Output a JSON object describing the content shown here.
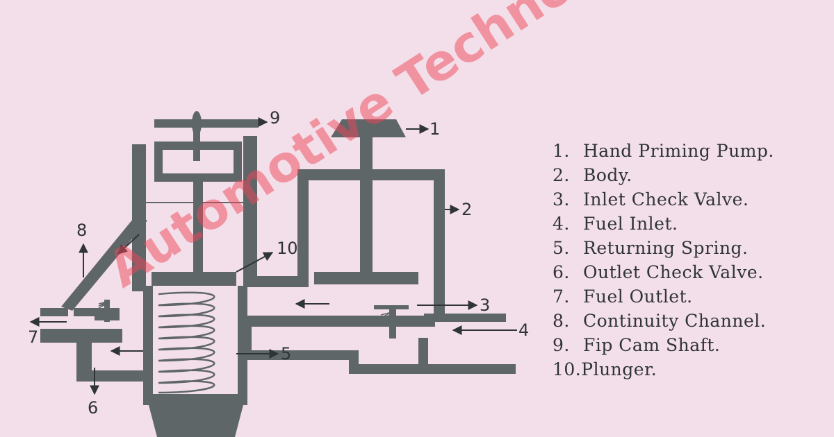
{
  "callouts": {
    "c1": "1",
    "c2": "2",
    "c3": "3",
    "c4": "4",
    "c5": "5",
    "c6": "6",
    "c7": "7",
    "c8": "8",
    "c9": "9",
    "c10": "10"
  },
  "legend": [
    {
      "num": "1.",
      "text": "Hand Priming Pump."
    },
    {
      "num": "2.",
      "text": "Body."
    },
    {
      "num": "3.",
      "text": "Inlet Check Valve."
    },
    {
      "num": "4.",
      "text": "Fuel Inlet."
    },
    {
      "num": "5.",
      "text": "Returning Spring."
    },
    {
      "num": "6.",
      "text": "Outlet Check Valve."
    },
    {
      "num": "7.",
      "text": "Fuel Outlet."
    },
    {
      "num": "8.",
      "text": "Continuity Channel."
    },
    {
      "num": "9.",
      "text": "Fip Cam Shaft."
    },
    {
      "num": "10.",
      "text": "Plunger."
    }
  ],
  "watermark": "Automotive Technology",
  "colors": {
    "background": "#f3dfe9",
    "ink": "#5f6668",
    "text": "#2f3436",
    "watermark": "#f0465a"
  }
}
